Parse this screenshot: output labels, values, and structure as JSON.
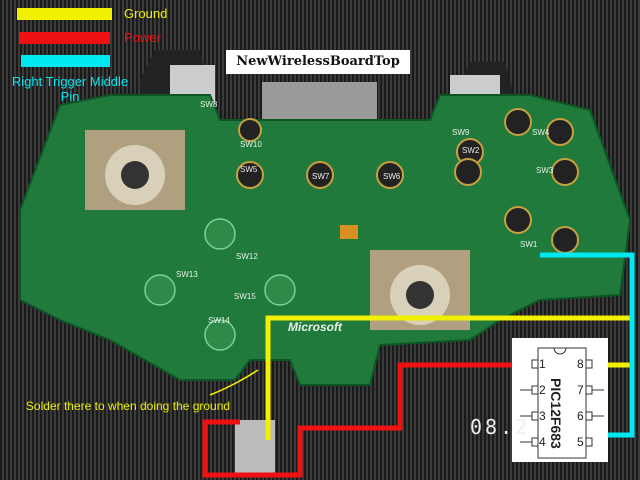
{
  "legend": [
    {
      "label": "Ground",
      "color": "#f0f000"
    },
    {
      "label": "Power",
      "color": "#ee1111"
    },
    {
      "label": "Right Trigger Middle Pin",
      "color": "#00e8f0"
    }
  ],
  "title": "NewWirelessBoardTop",
  "board": {
    "brand": "Microsoft",
    "switch_labels": [
      "SW1",
      "SW2",
      "SW3",
      "SW4",
      "SW5",
      "SW6",
      "SW7",
      "SW8",
      "SW9",
      "SW10",
      "SW12",
      "SW13",
      "SW14",
      "SW15"
    ]
  },
  "chip": {
    "name": "PIC12F683",
    "pins_left": [
      "1",
      "2",
      "3",
      "4"
    ],
    "pins_right": [
      "8",
      "7",
      "6",
      "5"
    ]
  },
  "stamp": "08.2",
  "note": "Solder there to when doing the ground"
}
